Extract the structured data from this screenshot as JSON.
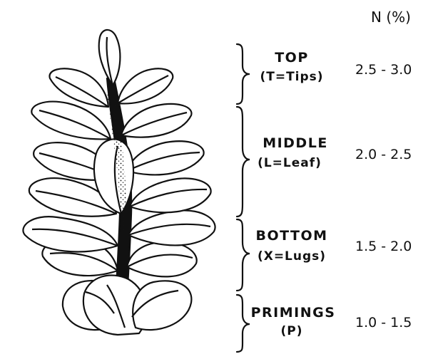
{
  "header": {
    "nitrogen_label": "N (%)"
  },
  "zones": [
    {
      "name": "TOP",
      "code": "(T=Tips)",
      "value": "2.5 - 3.0"
    },
    {
      "name": "MIDDLE",
      "code": "(L=Leaf)",
      "value": "2.0 - 2.5"
    },
    {
      "name": "BOTTOM",
      "code": "(X=Lugs)",
      "value": "1.5 - 2.0"
    },
    {
      "name": "PRIMINGS",
      "code": "(P)",
      "value": "1.0 - 1.5"
    }
  ],
  "colors": {
    "ink": "#111111",
    "leaf_fill": "#ffffff"
  }
}
